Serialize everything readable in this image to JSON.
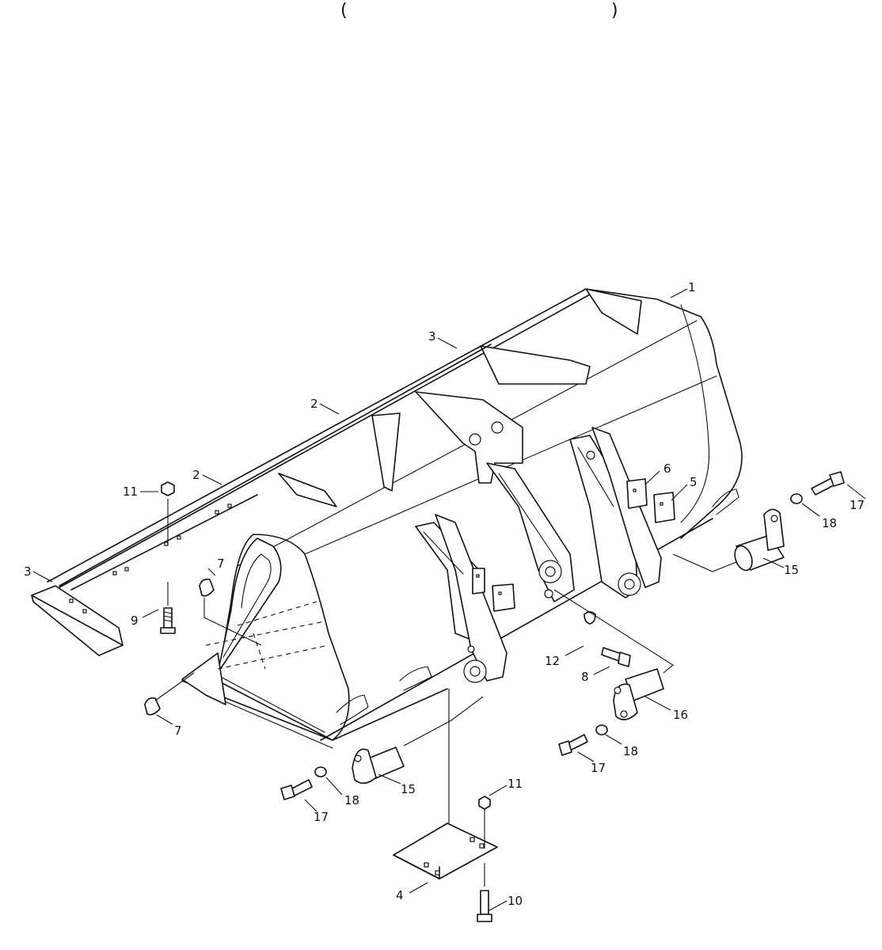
{
  "header": {
    "fragment_left": "(",
    "fragment_right": ")"
  },
  "callouts": [
    {
      "id": "c-1-top",
      "text": "1"
    },
    {
      "id": "c-2-mid",
      "text": "2"
    },
    {
      "id": "c-2-left",
      "text": "2"
    },
    {
      "id": "c-3-top",
      "text": "3"
    },
    {
      "id": "c-3-left",
      "text": "3"
    },
    {
      "id": "c-4",
      "text": "4"
    },
    {
      "id": "c-5",
      "text": "5"
    },
    {
      "id": "c-6",
      "text": "6"
    },
    {
      "id": "c-7-upper",
      "text": "7"
    },
    {
      "id": "c-7-lower",
      "text": "7"
    },
    {
      "id": "c-8",
      "text": "8"
    },
    {
      "id": "c-9",
      "text": "9"
    },
    {
      "id": "c-10",
      "text": "10"
    },
    {
      "id": "c-11-left",
      "text": "11"
    },
    {
      "id": "c-11-lower",
      "text": "11"
    },
    {
      "id": "c-12",
      "text": "12"
    },
    {
      "id": "c-15-right",
      "text": "15"
    },
    {
      "id": "c-15-lower",
      "text": "15"
    },
    {
      "id": "c-16",
      "text": "16"
    },
    {
      "id": "c-17-right",
      "text": "17"
    },
    {
      "id": "c-17-mid",
      "text": "17"
    },
    {
      "id": "c-17-lower",
      "text": "17"
    },
    {
      "id": "c-18-right",
      "text": "18"
    },
    {
      "id": "c-18-mid",
      "text": "18"
    },
    {
      "id": "c-18-lower",
      "text": "18"
    }
  ]
}
